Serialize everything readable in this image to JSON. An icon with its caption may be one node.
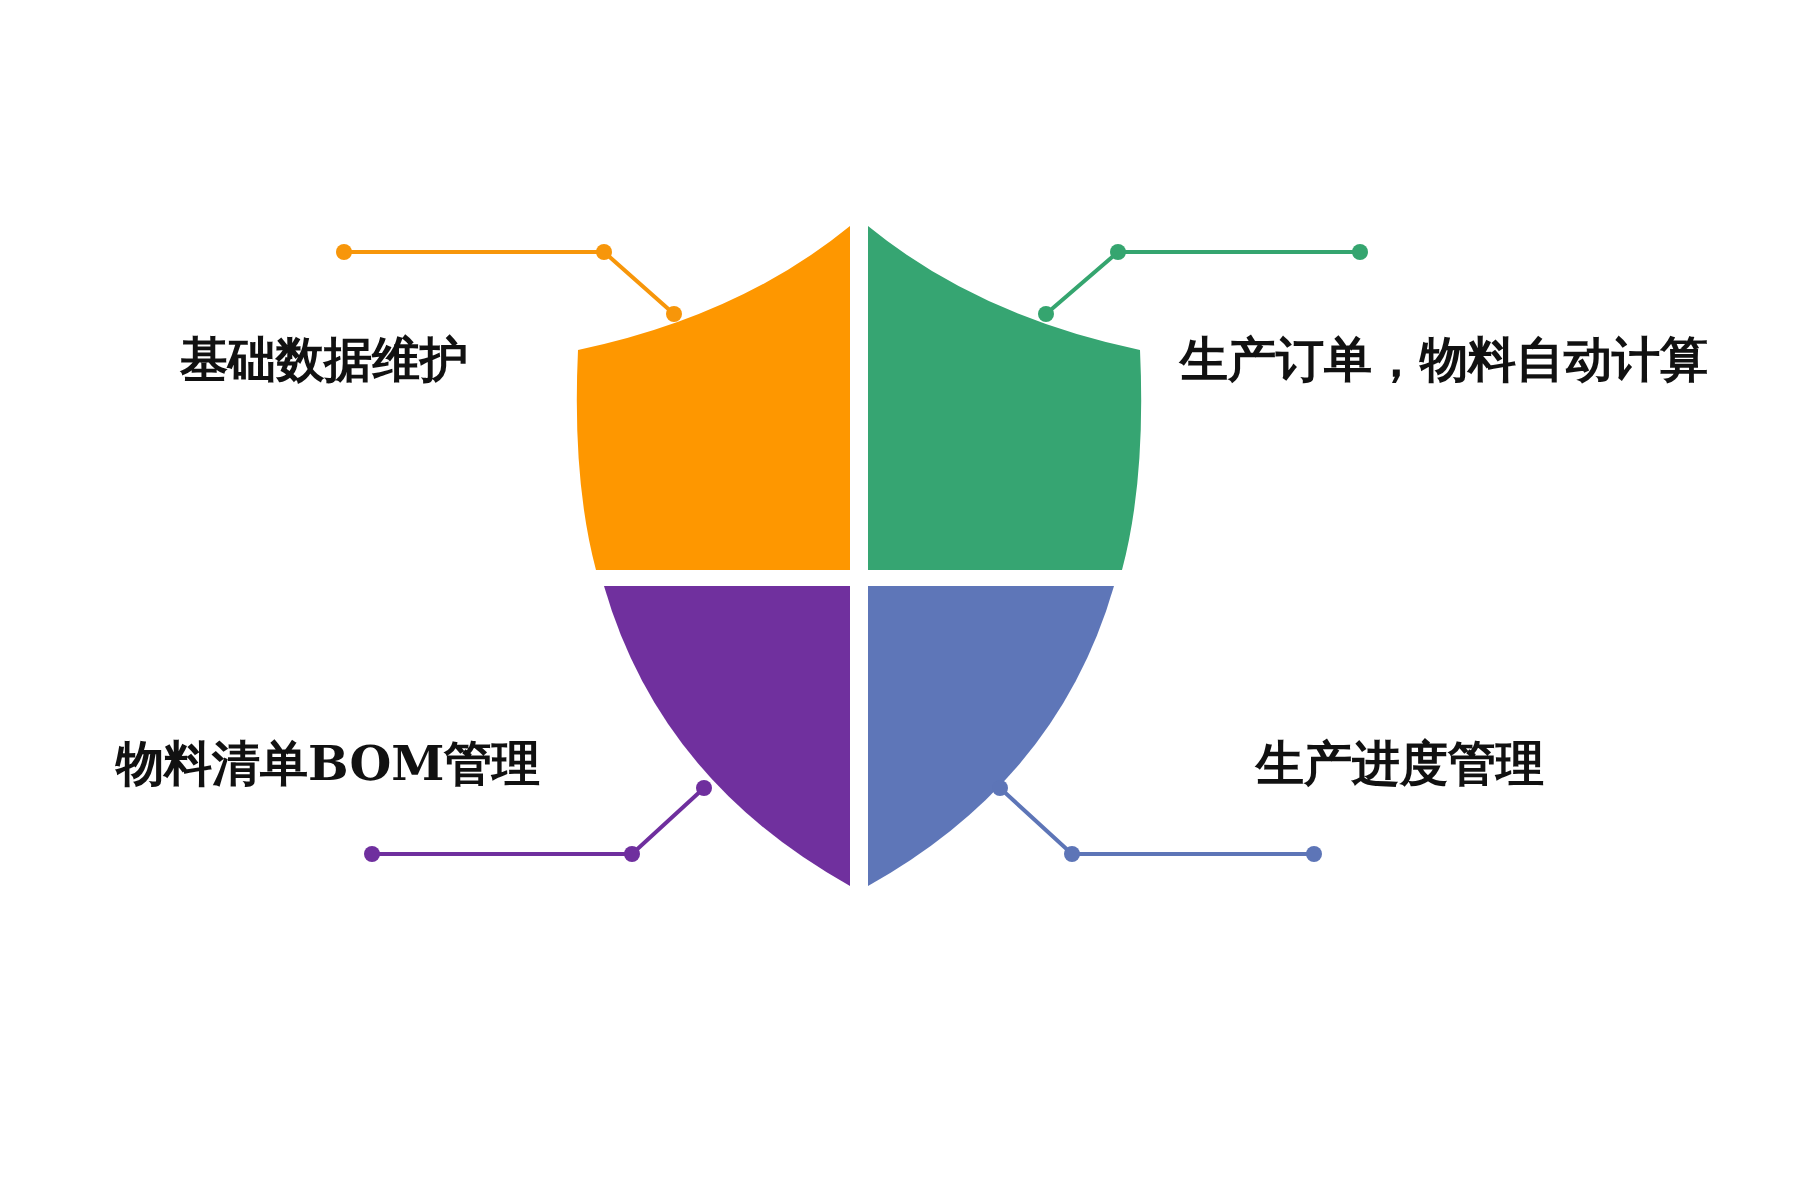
{
  "diagram": {
    "nodes": [
      {
        "text": [
          "基础数据维护"
        ]
      },
      {
        "text": [],
        "shape": "segment"
      },
      {
        "text": [],
        "shape": "segment"
      },
      {
        "text": [
          "生产订单，物料自动计算"
        ]
      },
      {
        "text": [
          "物料清单BOM管理"
        ]
      },
      {
        "text": [],
        "shape": "segment"
      },
      {
        "text": [],
        "shape": "segment"
      },
      {
        "text": [
          "生产进度管理"
        ]
      }
    ],
    "edges": [
      {
        "from": 0,
        "to": 1,
        "arrow": "other",
        "color": "#f7960a"
      },
      {
        "from": 3,
        "to": 2,
        "arrow": "other",
        "color": "#35a56f"
      },
      {
        "from": 4,
        "to": 5,
        "arrow": "other",
        "color": "#6f2f9e"
      },
      {
        "from": 7,
        "to": 6,
        "arrow": "other",
        "color": "#5d75b7"
      }
    ]
  }
}
